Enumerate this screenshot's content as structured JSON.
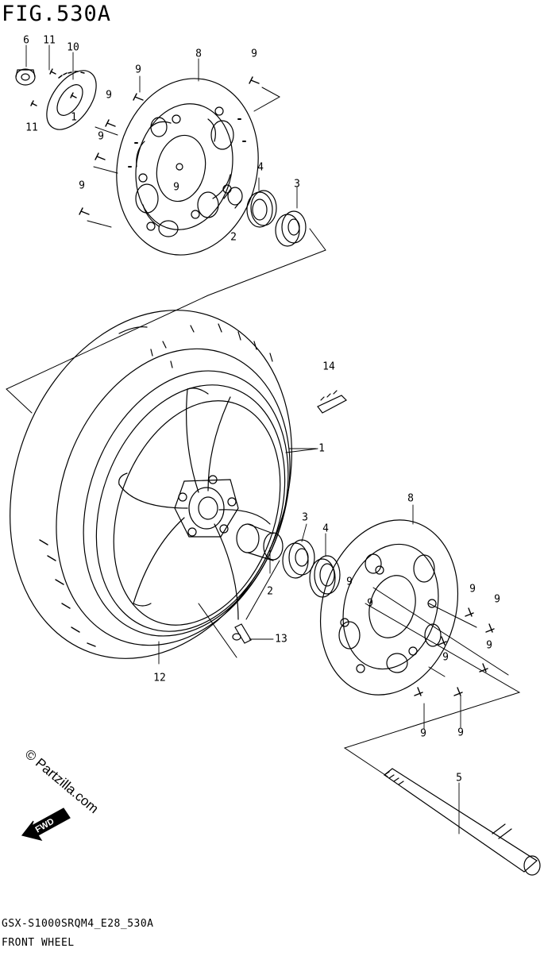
{
  "figure": {
    "title": "FIG.530A",
    "model_code": "GSX-S1000SRQM4_E28_530A",
    "caption": "FRONT WHEEL",
    "watermark": "© Partzilla.com",
    "fwd_label": "FWD"
  },
  "callouts": [
    {
      "id": "c-6",
      "text": "6"
    },
    {
      "id": "c-11a",
      "text": "11"
    },
    {
      "id": "c-10",
      "text": "10"
    },
    {
      "id": "c-11b",
      "text": "1"
    },
    {
      "id": "c-11c",
      "text": "11"
    },
    {
      "id": "c-9a",
      "text": "9"
    },
    {
      "id": "c-8a",
      "text": "8"
    },
    {
      "id": "c-9b",
      "text": "9"
    },
    {
      "id": "c-9c",
      "text": "9"
    },
    {
      "id": "c-9d",
      "text": "9"
    },
    {
      "id": "c-9e",
      "text": "9"
    },
    {
      "id": "c-9f",
      "text": "9"
    },
    {
      "id": "c-4a",
      "text": "4"
    },
    {
      "id": "c-3a",
      "text": "3"
    },
    {
      "id": "c-2a",
      "text": "2"
    },
    {
      "id": "c-14",
      "text": "14"
    },
    {
      "id": "c-1",
      "text": "1"
    },
    {
      "id": "c-8b",
      "text": "8"
    },
    {
      "id": "c-3b",
      "text": "3"
    },
    {
      "id": "c-4b",
      "text": "4"
    },
    {
      "id": "c-2b",
      "text": "2"
    },
    {
      "id": "c-9g",
      "text": "9"
    },
    {
      "id": "c-9h",
      "text": "9"
    },
    {
      "id": "c-9i",
      "text": "9"
    },
    {
      "id": "c-9j",
      "text": "9"
    },
    {
      "id": "c-9k",
      "text": "9"
    },
    {
      "id": "c-9l",
      "text": "9"
    },
    {
      "id": "c-9m",
      "text": "9"
    },
    {
      "id": "c-9n",
      "text": "9"
    },
    {
      "id": "c-13",
      "text": "13"
    },
    {
      "id": "c-12",
      "text": "12"
    },
    {
      "id": "c-5",
      "text": "5"
    }
  ]
}
